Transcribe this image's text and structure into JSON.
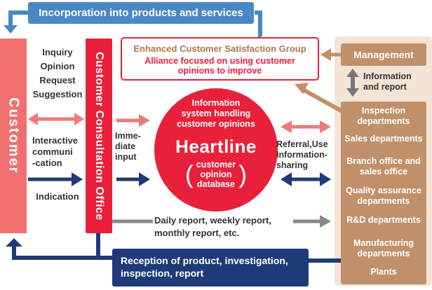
{
  "top_bar": {
    "label": "Incorporation into products and services"
  },
  "customer": {
    "label": "Customer"
  },
  "consultation_office": {
    "label": "Customer Consultation Office"
  },
  "inquiry_list": {
    "lines": [
      "Inquiry",
      "Opinion",
      "Request",
      "Suggestion"
    ]
  },
  "interactive_label": {
    "lines": [
      "Interactive",
      "communi",
      "-cation"
    ]
  },
  "indication_label": "Indication",
  "immediate_input": {
    "lines": [
      "Imme-",
      "diate",
      "input"
    ]
  },
  "group_box": {
    "title": "Enhanced Customer Satisfaction Group",
    "subtitle_lines": [
      "Alliance focused on using customer",
      "opinions to improve"
    ]
  },
  "heartline": {
    "top_lines": [
      "Information",
      "system handling",
      "customer opinions"
    ],
    "name": "Heartline",
    "db_lines": [
      "customer",
      "opinion",
      "database"
    ],
    "paren_left": "(",
    "paren_right": ")"
  },
  "referral_label": {
    "lines": [
      "Referral,Use",
      "Information-",
      "sharing"
    ]
  },
  "management": {
    "label": "Management"
  },
  "info_report": {
    "lines": [
      "Information",
      "and report"
    ]
  },
  "departments": [
    {
      "lines": [
        "Inspection",
        "departments"
      ]
    },
    {
      "lines": [
        "Sales departments"
      ]
    },
    {
      "lines": [
        "Branch office and",
        "sales office"
      ]
    },
    {
      "lines": [
        "Quality assurance",
        "departments"
      ]
    },
    {
      "lines": [
        "R&D departments"
      ]
    },
    {
      "lines": [
        "Manufacturing",
        "departments"
      ]
    },
    {
      "lines": [
        "Plants"
      ]
    }
  ],
  "daily_report": {
    "lines": [
      "Daily report, weekly report,",
      "monthly report, etc."
    ]
  },
  "reception_bar": {
    "lines": [
      "Reception of product, investigation,",
      "inspection, report"
    ]
  },
  "colors": {
    "customer_pink": "#f07070",
    "office_red": "#e8203a",
    "navy": "#1f3a78",
    "steel_blue": "#4a88c4",
    "tan": "#c0906a",
    "tan_bg": "#f4e4d6",
    "gray": "#888888",
    "light_red_arrow": "#ec7a7a"
  }
}
